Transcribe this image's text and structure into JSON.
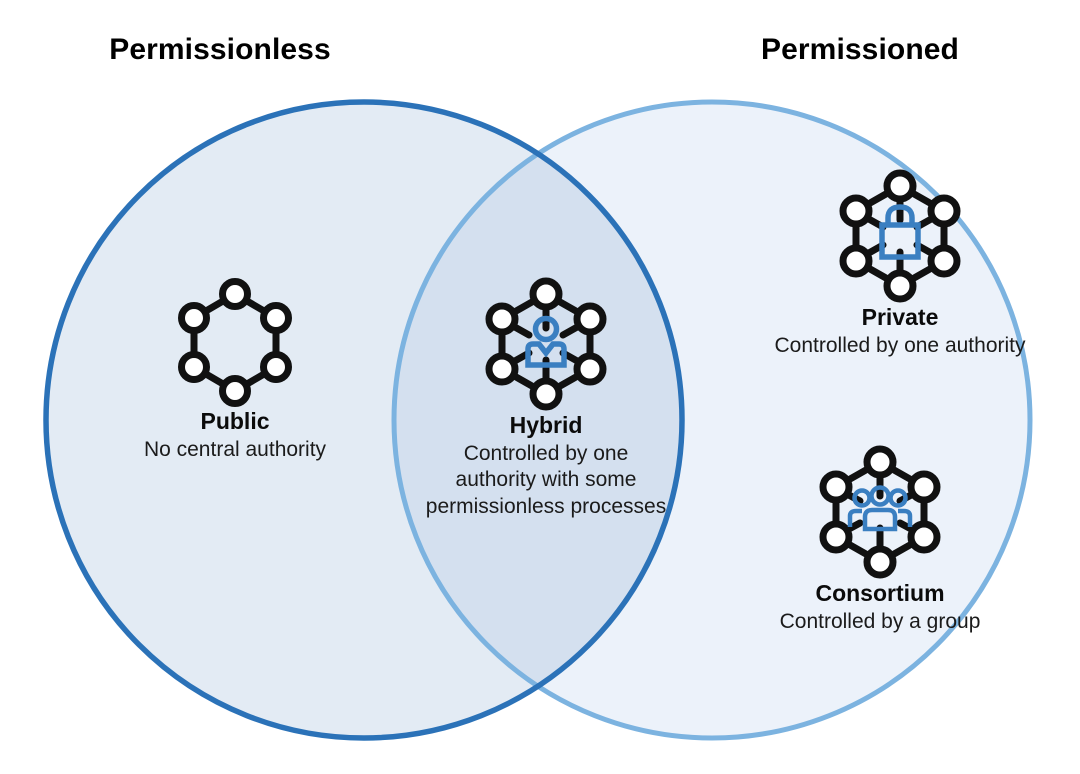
{
  "diagram": {
    "type": "venn-2-set",
    "background": "#ffffff",
    "left_set": {
      "title": "Permissionless",
      "fill": "#e2eaf4",
      "stroke": "#2b72b8"
    },
    "right_set": {
      "title": "Permissioned",
      "fill": "#ecf2fa",
      "stroke": "#7cb3e0"
    },
    "overlap_fill": "#d6e2f1",
    "icon_stroke": "#111111",
    "icon_accent": "#3a7fc1"
  },
  "items": {
    "public": {
      "label": "Public",
      "description": "No central authority",
      "icon": "hexagon-network-icon",
      "region": "left-only"
    },
    "hybrid": {
      "label": "Hybrid",
      "description": "Controlled by one authority with some permissionless processes",
      "description_lines": [
        "Controlled by one",
        "authority with some",
        "permissionless",
        "processes"
      ],
      "icon": "hexagon-network-person-icon",
      "region": "overlap"
    },
    "private": {
      "label": "Private",
      "description": "Controlled by one authority",
      "icon": "hexagon-network-lock-icon",
      "region": "right-only"
    },
    "consortium": {
      "label": "Consortium",
      "description": "Controlled by a group",
      "icon": "hexagon-network-group-icon",
      "region": "right-only"
    }
  }
}
